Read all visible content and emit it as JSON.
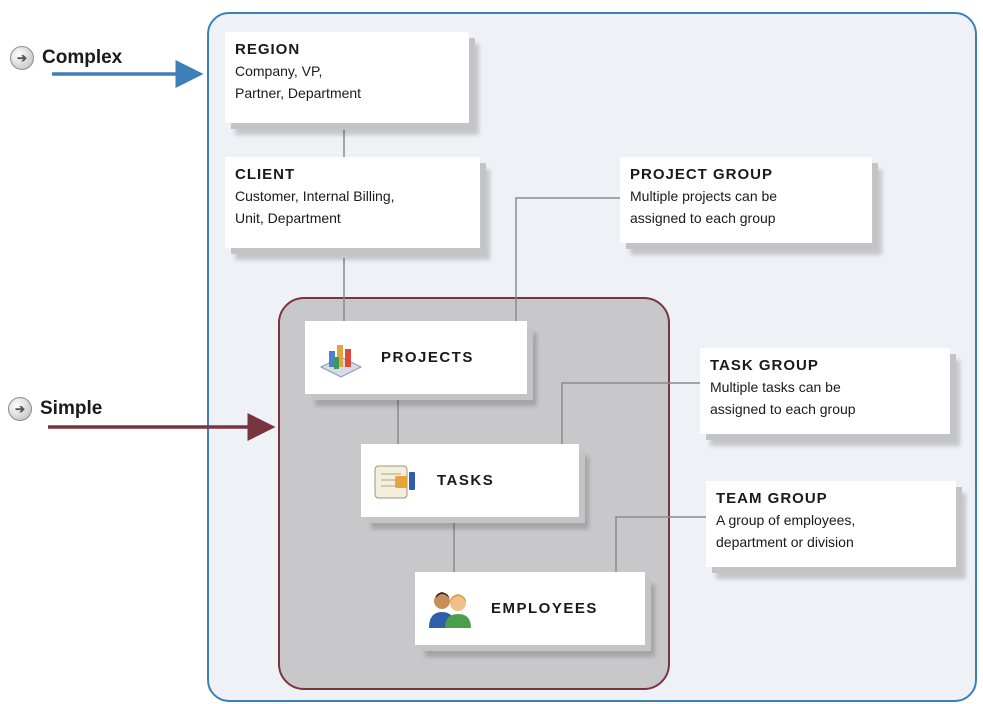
{
  "side_labels": {
    "complex": "Complex",
    "simple": "Simple"
  },
  "boxes": {
    "region": {
      "title": "REGION",
      "lines": [
        "Company, VP,",
        "Partner, Department"
      ]
    },
    "client": {
      "title": "CLIENT",
      "lines": [
        "Customer, Internal Billing,",
        "Unit, Department"
      ]
    },
    "project_group": {
      "title": "PROJECT GROUP",
      "lines": [
        "Multiple projects can be",
        "assigned to each group"
      ]
    },
    "task_group": {
      "title": "TASK GROUP",
      "lines": [
        "Multiple tasks can be",
        "assigned to each group"
      ]
    },
    "team_group": {
      "title": "TEAM GROUP",
      "lines": [
        "A group of employees,",
        "department or division"
      ]
    }
  },
  "nodes": {
    "projects": {
      "label": "PROJECTS",
      "icon": "projects-chart-icon"
    },
    "tasks": {
      "label": "TASKS",
      "icon": "tasks-scroll-icon"
    },
    "employees": {
      "label": "EMPLOYEES",
      "icon": "employees-people-icon"
    }
  },
  "colors": {
    "complex_arrow": "#3d7fb8",
    "simple_arrow": "#7a3440",
    "outer_frame_border": "#3d7fb8",
    "simple_frame_border": "#7a3440",
    "simple_frame_fill": "#c8c8ca",
    "connector": "#8a8a8a"
  }
}
